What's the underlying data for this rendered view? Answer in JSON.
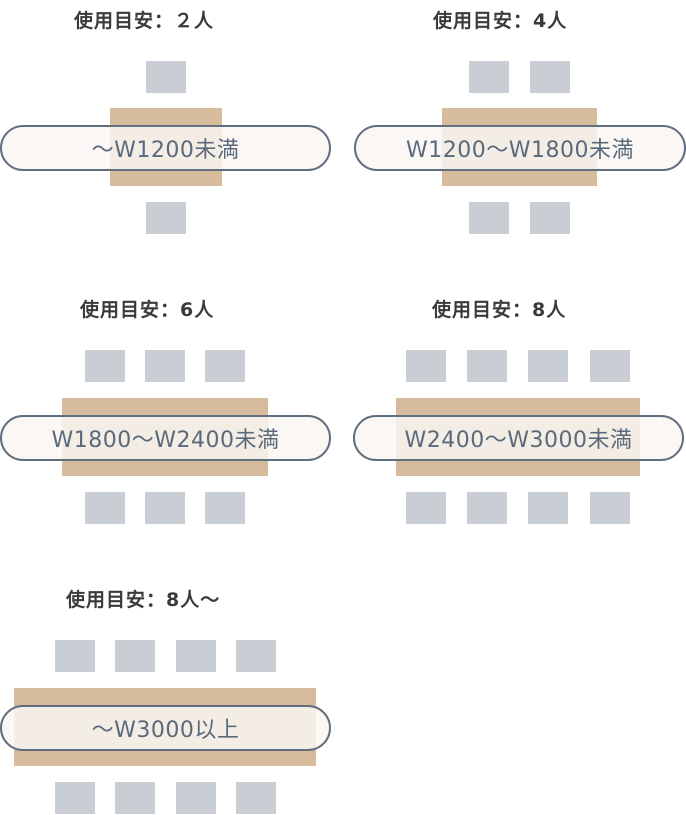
{
  "colors": {
    "chair": "#c8ced3",
    "table": "#d6bb9c",
    "pill_fill": "rgba(249,246,242,0.85)",
    "pill_border": "#5f6f80",
    "pill_text": "#5a6a7c",
    "caption_text": "#3a3a3a"
  },
  "groups": [
    {
      "caption": "使用目安：２人",
      "size_label": "～W1200未満",
      "people": 2
    },
    {
      "caption": "使用目安：4人",
      "size_label": "W1200～W1800未満",
      "people": 4
    },
    {
      "caption": "使用目安：6人",
      "size_label": "W1800～W2400未満",
      "people": 6
    },
    {
      "caption": "使用目安：8人",
      "size_label": "W2400～W3000未満",
      "people": 8
    },
    {
      "caption": "使用目安：8人～",
      "size_label": "～W3000以上",
      "people": 8
    }
  ]
}
